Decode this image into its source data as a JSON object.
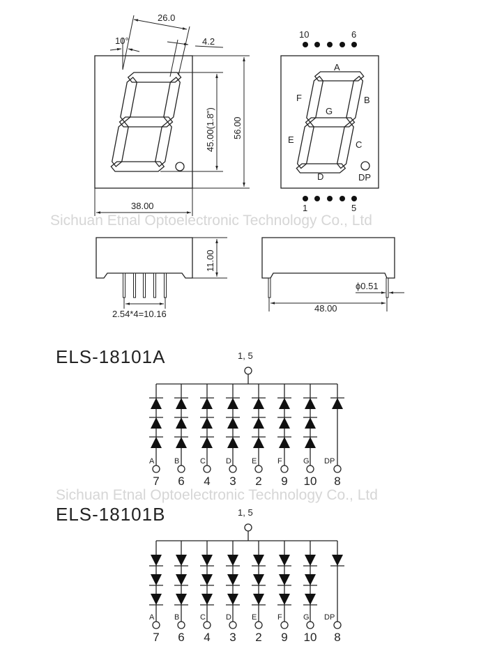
{
  "watermark": "Sichuan Etnal Optoelectronic Technology Co., Ltd",
  "front_view": {
    "dim_width_top": "26.0",
    "dim_angle": "10°",
    "dim_segment": "4.2",
    "dim_digit_height": "45.00(1.8\")",
    "dim_height": "56.00",
    "dim_width": "38.00"
  },
  "pin_view": {
    "top_left_pin": "10",
    "top_right_pin": "6",
    "bottom_left_pin": "1",
    "bottom_right_pin": "5",
    "segments": [
      "A",
      "B",
      "C",
      "D",
      "E",
      "F",
      "G",
      "DP"
    ]
  },
  "side_view": {
    "dim_thickness": "11.00",
    "dim_pitch": "2.54*4=10.16",
    "dim_pin_diameter": "ϕ0.51",
    "dim_row_spacing": "48.00"
  },
  "circuits": [
    {
      "title": "ELS-18101A",
      "common_pin": "1, 5",
      "type": "common-cathode",
      "segments": [
        "A",
        "B",
        "C",
        "D",
        "E",
        "F",
        "G",
        "DP"
      ],
      "pins": [
        "7",
        "6",
        "4",
        "3",
        "2",
        "9",
        "10",
        "8"
      ]
    },
    {
      "title": "ELS-18101B",
      "common_pin": "1, 5",
      "type": "common-anode",
      "segments": [
        "A",
        "B",
        "C",
        "D",
        "E",
        "F",
        "G",
        "DP"
      ],
      "pins": [
        "7",
        "6",
        "4",
        "3",
        "2",
        "9",
        "10",
        "8"
      ]
    }
  ]
}
